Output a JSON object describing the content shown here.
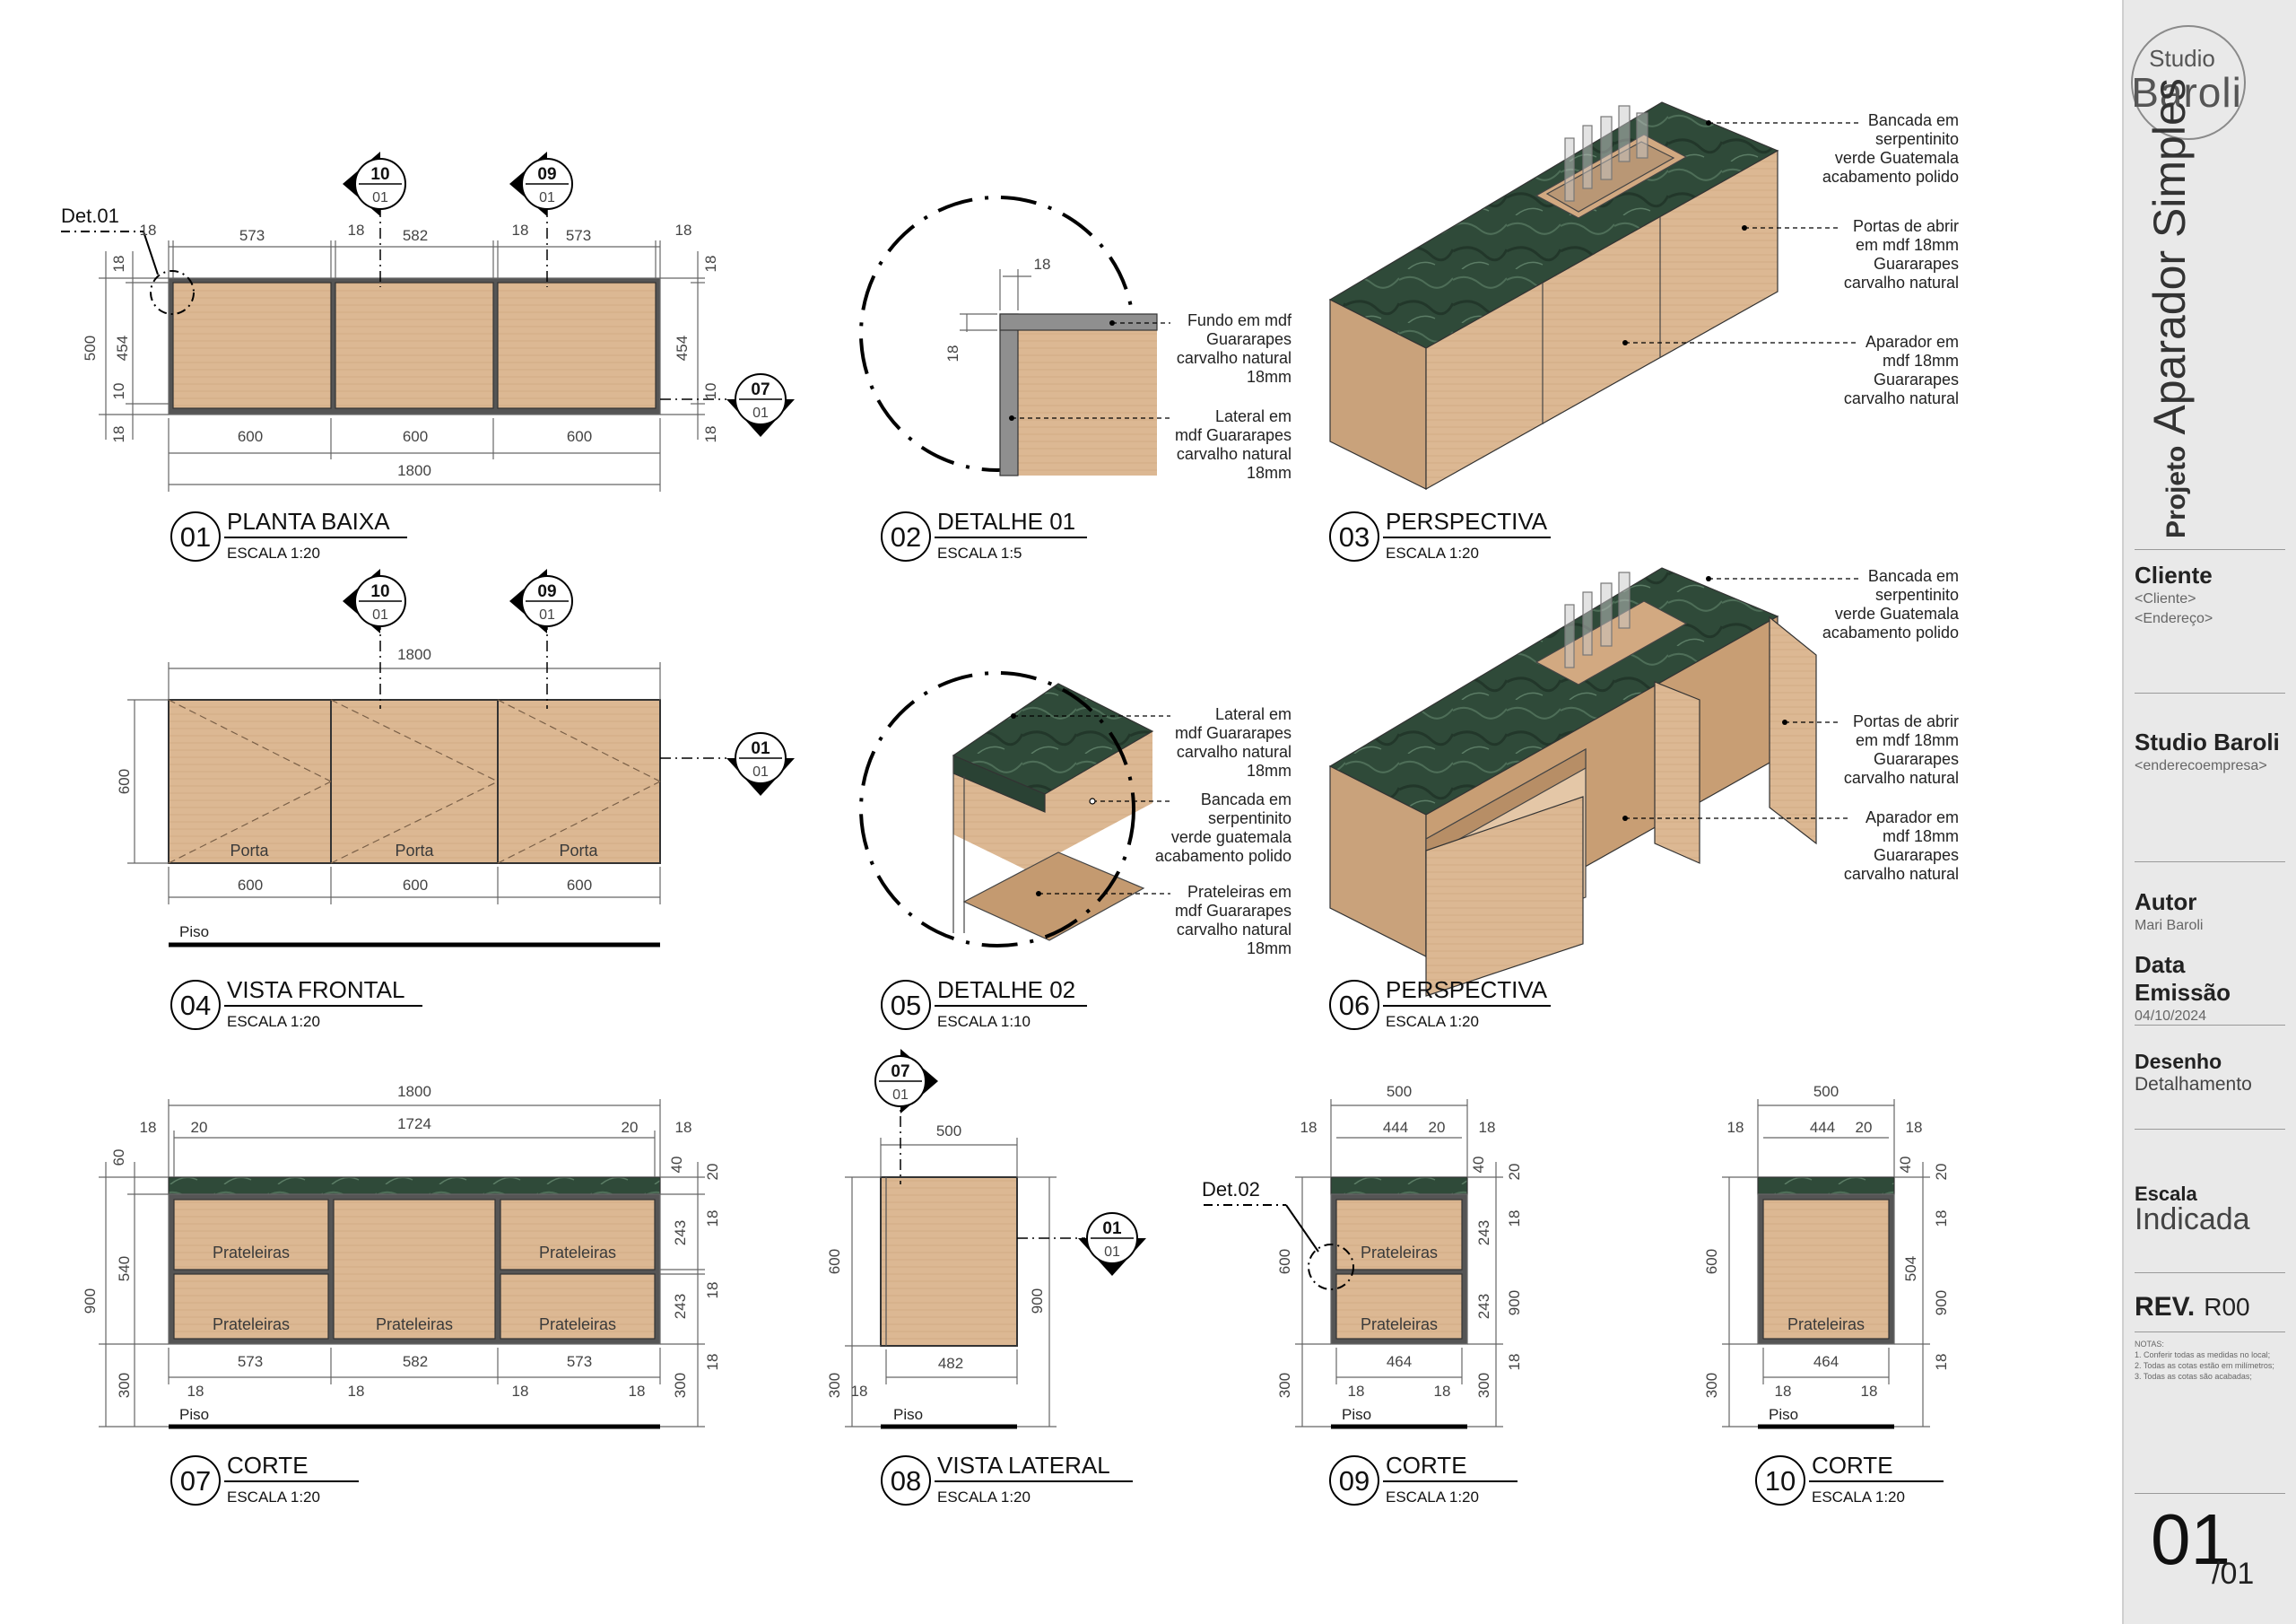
{
  "dims": {
    "p_d1": "18",
    "p_d2": "573",
    "p_d3": "18",
    "p_d4": "582",
    "p_d5": "18",
    "p_d6": "573",
    "p_d7": "18",
    "p_l500": "500",
    "p_l454": "454",
    "p_l10": "10",
    "p_l18a": "18",
    "p_l18b": "18",
    "p_r18a": "18",
    "p_r454": "454",
    "p_r10": "10",
    "p_r18b": "18",
    "p_b600a": "600",
    "p_b600b": "600",
    "p_b600c": "600",
    "p_b1800": "1800",
    "d1_18a": "18",
    "d1_18b": "18",
    "f_1800": "1800",
    "f_600h": "600",
    "f_b600a": "600",
    "f_b600b": "600",
    "f_b600c": "600",
    "c_1800": "1800",
    "c_1724": "1724",
    "c_t18a": "18",
    "c_t20a": "20",
    "c_t20b": "20",
    "c_t18b": "18",
    "c_l60": "60",
    "c_l540": "540",
    "c_l900": "900",
    "c_l300": "300",
    "c_r40": "40",
    "c_r20": "20",
    "c_r243a": "243",
    "c_r18a": "18",
    "c_r243b": "243",
    "c_r18b": "18",
    "c_r18c": "18",
    "c_r300": "300",
    "c_b573a": "573",
    "c_b582": "582",
    "c_b573b": "573",
    "c_s18a": "18",
    "c_s18b": "18",
    "c_s18c": "18",
    "c_s18d": "18",
    "l_500": "500",
    "l_600": "600",
    "l_300": "300",
    "l_18": "18",
    "l_482": "482",
    "l_900": "900",
    "s9_500": "500",
    "s9_18a": "18",
    "s9_444": "444",
    "s9_20": "20",
    "s9_18b": "18",
    "s9_600": "600",
    "s9_300": "300",
    "s9_40": "40",
    "s9_20b": "20",
    "s9_243a": "243",
    "s9_18c": "18",
    "s9_243b": "243",
    "s9_900": "900",
    "s9_18d": "18",
    "s9_300b": "300",
    "s9_464": "464",
    "s9_18e": "18",
    "s9_18f": "18",
    "s10_500": "500",
    "s10_18a": "18",
    "s10_444": "444",
    "s10_20": "20",
    "s10_18b": "18",
    "s10_600": "600",
    "s10_300": "300",
    "s10_40": "40",
    "s10_20b": "20",
    "s10_18c": "18",
    "s10_504": "504",
    "s10_900": "900",
    "s10_18d": "18",
    "s10_464": "464",
    "s10_18e": "18",
    "s10_18f": "18"
  },
  "markers": {
    "m10": {
      "num": "10",
      "sheet": "01"
    },
    "m09": {
      "num": "09",
      "sheet": "01"
    },
    "m07": {
      "num": "07",
      "sheet": "01"
    },
    "m10b": {
      "num": "10",
      "sheet": "01"
    },
    "m09b": {
      "num": "09",
      "sheet": "01"
    },
    "m01": {
      "num": "01",
      "sheet": "01"
    },
    "m07c": {
      "num": "07",
      "sheet": "01"
    },
    "m01c": {
      "num": "01",
      "sheet": "01"
    }
  },
  "det_labels": {
    "det01": "Det.01",
    "det02": "Det.02"
  },
  "fills": {
    "wood": "#d9b48e",
    "wood_dark": "#c49a70",
    "marble": "#2f4a39",
    "metal": "#8a8a8a",
    "frame": "#555555"
  },
  "labels": {
    "porta": "Porta",
    "piso": "Piso",
    "prateleiras": "Prateleiras"
  },
  "titles": {
    "t01": {
      "num": "01",
      "name": "PLANTA BAIXA",
      "scale": "ESCALA 1:20"
    },
    "t02": {
      "num": "02",
      "name": "DETALHE 01",
      "scale": "ESCALA 1:5"
    },
    "t03": {
      "num": "03",
      "name": "PERSPECTIVA",
      "scale": "ESCALA 1:20"
    },
    "t04": {
      "num": "04",
      "name": "VISTA FRONTAL",
      "scale": "ESCALA 1:20"
    },
    "t05": {
      "num": "05",
      "name": "DETALHE 02",
      "scale": "ESCALA 1:10"
    },
    "t06": {
      "num": "06",
      "name": "PERSPECTIVA",
      "scale": "ESCALA 1:20"
    },
    "t07": {
      "num": "07",
      "name": "CORTE",
      "scale": "ESCALA 1:20"
    },
    "t08": {
      "num": "08",
      "name": "VISTA LATERAL",
      "scale": "ESCALA 1:20"
    },
    "t09": {
      "num": "09",
      "name": "CORTE",
      "scale": "ESCALA 1:20"
    },
    "t10": {
      "num": "10",
      "name": "CORTE",
      "scale": "ESCALA 1:20"
    }
  },
  "notes": {
    "d01_fundo": [
      "Fundo em mdf",
      "Guararapes",
      "carvalho natural",
      "18mm"
    ],
    "d01_lateral": [
      "Lateral em",
      "mdf Guararapes",
      "carvalho natural",
      "18mm"
    ],
    "p03_bancada": [
      "Bancada em",
      "serpentinito",
      "verde Guatemala",
      "acabamento polido"
    ],
    "p03_portas": [
      "Portas de abrir",
      "em mdf 18mm",
      "Guararapes",
      "carvalho natural"
    ],
    "p03_aparador": [
      "Aparador em",
      "mdf 18mm",
      "Guararapes",
      "carvalho natural"
    ],
    "d02_lateral": [
      "Lateral em",
      "mdf Guararapes",
      "carvalho natural",
      "18mm"
    ],
    "d02_bancada": [
      "Bancada em",
      "serpentinito",
      "verde guatemala",
      "acabamento polido"
    ],
    "d02_prateleiras": [
      "Prateleiras em",
      "mdf Guararapes",
      "carvalho natural",
      "18mm"
    ],
    "p06_bancada": [
      "Bancada em",
      "serpentinito",
      "verde Guatemala",
      "acabamento polido"
    ],
    "p06_portas": [
      "Portas de abrir",
      "em mdf 18mm",
      "Guararapes",
      "carvalho natural"
    ],
    "p06_aparador": [
      "Aparador em",
      "mdf 18mm",
      "Guararapes",
      "carvalho natural"
    ]
  },
  "title_block": {
    "logo_line1": "Studio",
    "logo_line2": "Baroli",
    "projeto_label": "Projeto",
    "projeto_name": "Aparador Simples",
    "cliente_label": "Cliente",
    "cliente_value": "<Cliente>",
    "endereco_value": "<Endereço>",
    "empresa_label": "Studio Baroli",
    "empresa_value": "<enderecoempresa>",
    "autor_label": "Autor",
    "autor_value": "Mari Baroli",
    "data_label": "Data Emissão",
    "data_value": "04/10/2024",
    "desenho_label": "Desenho",
    "desenho_value": "Detalhamento",
    "escala_label": "Escala",
    "escala_value": "Indicada",
    "rev_label": "REV.",
    "rev_value": "R00",
    "notas_label": "NOTAS:",
    "nota1": "1. Conferir todas as medidas no local;",
    "nota2": "2. Todas as cotas estão em milímetros;",
    "nota3": "3. Todas as cotas são acabadas;",
    "page_num": "01",
    "page_total": "/01"
  }
}
